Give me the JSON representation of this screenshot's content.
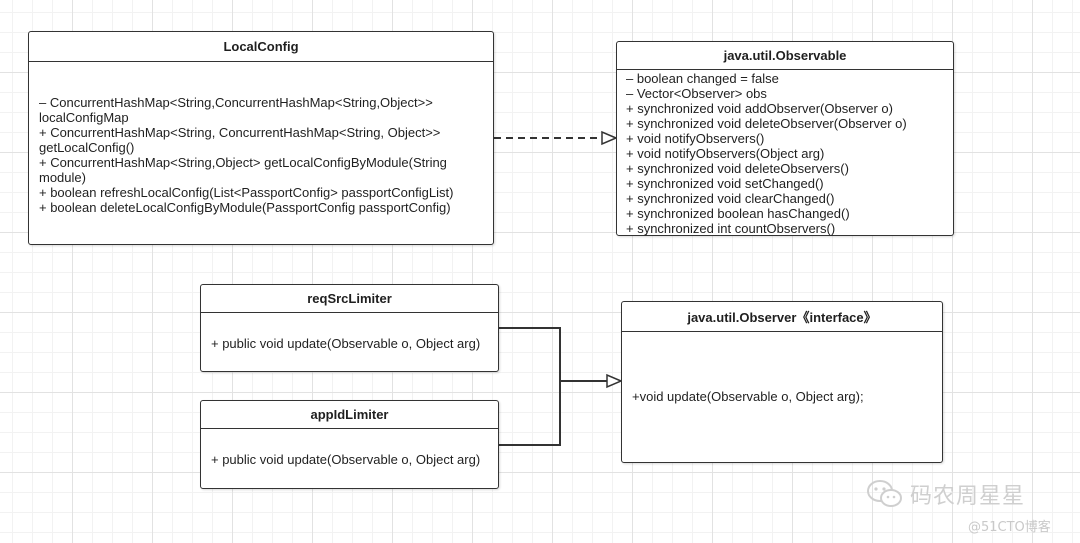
{
  "local_config": {
    "title": "LocalConfig",
    "members": [
      " –   ConcurrentHashMap<String,ConcurrentHashMap<String,Object>> localConfigMap",
      "+ ConcurrentHashMap<String, ConcurrentHashMap<String, Object>> getLocalConfig()",
      "+ ConcurrentHashMap<String,Object> getLocalConfigByModule(String module)",
      "+  boolean refreshLocalConfig(List<PassportConfig> passportConfigList)",
      "+  boolean deleteLocalConfigByModule(PassportConfig passportConfig)"
    ]
  },
  "observable": {
    "title": "java.util.Observable",
    "members": [
      "– boolean changed = false",
      "– Vector<Observer> obs",
      "+ synchronized void addObserver(Observer o)",
      "+ synchronized void deleteObserver(Observer o)",
      "+ void notifyObservers()",
      "+ void notifyObservers(Object arg)",
      "+ synchronized void deleteObservers()",
      "+ synchronized void setChanged()",
      "+ synchronized void clearChanged()",
      "+ synchronized boolean hasChanged()",
      "+ synchronized int countObservers()"
    ]
  },
  "req_src_limiter": {
    "title": "reqSrcLimiter",
    "members": [
      "+ public void update(Observable o, Object arg)"
    ]
  },
  "appid_limiter": {
    "title": "appIdLimiter",
    "members": [
      "+ public void update(Observable o, Object arg)"
    ]
  },
  "observer": {
    "title": "java.util.Observer《interface》",
    "members": [
      "+void update(Observable o, Object arg);"
    ]
  },
  "watermark": {
    "brand": "码农周星星",
    "site": "@51CTO博客",
    "icon": "wechat-icon"
  },
  "colors": {
    "line": "#333333",
    "grid": "#e2e2e2",
    "watermark": "#cfcfcf"
  }
}
